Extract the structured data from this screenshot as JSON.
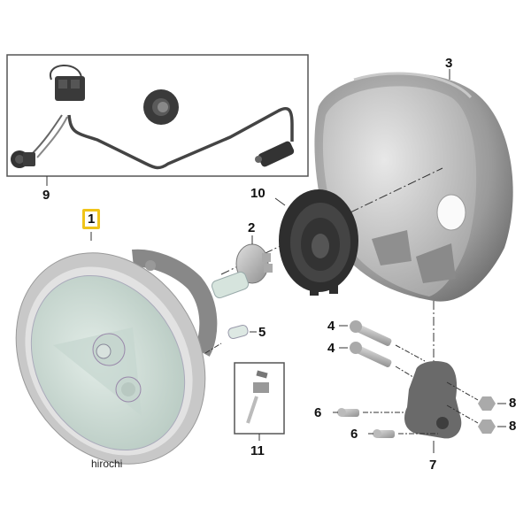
{
  "diagram": {
    "type": "exploded-parts-diagram",
    "subject": "motorcycle headlight assembly",
    "colors": {
      "highlight_border": "#f0c419",
      "line": "#333333",
      "part_dark": "#3a3a3a",
      "part_gray": "#8a8a8a",
      "lens_tint": "#cfe0d8",
      "background": "#ffffff"
    },
    "callouts": [
      {
        "id": "1",
        "label": "1",
        "highlighted": true
      },
      {
        "id": "2",
        "label": "2",
        "highlighted": false
      },
      {
        "id": "3",
        "label": "3",
        "highlighted": false
      },
      {
        "id": "4a",
        "label": "4",
        "highlighted": false
      },
      {
        "id": "4b",
        "label": "4",
        "highlighted": false
      },
      {
        "id": "5",
        "label": "5",
        "highlighted": false
      },
      {
        "id": "6a",
        "label": "6",
        "highlighted": false
      },
      {
        "id": "6b",
        "label": "6",
        "highlighted": false
      },
      {
        "id": "7",
        "label": "7",
        "highlighted": false
      },
      {
        "id": "8a",
        "label": "8",
        "highlighted": false
      },
      {
        "id": "8b",
        "label": "8",
        "highlighted": false
      },
      {
        "id": "9",
        "label": "9",
        "highlighted": false
      },
      {
        "id": "10",
        "label": "10",
        "highlighted": false
      },
      {
        "id": "11",
        "label": "11",
        "highlighted": false
      }
    ],
    "parts": [
      {
        "callout": "1",
        "name": "headlight-insert"
      },
      {
        "callout": "2",
        "name": "bulb-h4"
      },
      {
        "callout": "3",
        "name": "headlight-housing"
      },
      {
        "callout": "4",
        "name": "mounting-bolt"
      },
      {
        "callout": "5",
        "name": "parking-light-bulb"
      },
      {
        "callout": "6",
        "name": "socket-head-screw"
      },
      {
        "callout": "7",
        "name": "mounting-bracket"
      },
      {
        "callout": "8",
        "name": "hex-nut"
      },
      {
        "callout": "9",
        "name": "wiring-harness-with-grommet"
      },
      {
        "callout": "10",
        "name": "rubber-cap"
      },
      {
        "callout": "11",
        "name": "adjusting-screw-kit"
      }
    ],
    "watermark": "hirochi"
  }
}
